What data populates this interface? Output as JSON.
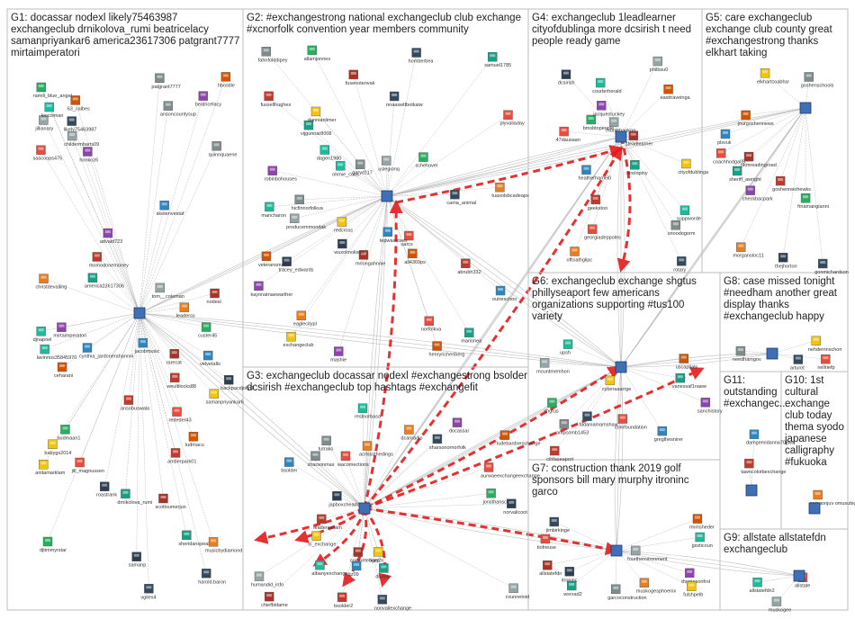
{
  "groups": [
    {
      "id": "G1",
      "lines": [
        "G1: docassar nodexl likely75463987",
        "exchangeclub drnikolova_rumi beatricelacy",
        "samanpriyankar6 america23617306 patgrant7777",
        "mirtaimperatori"
      ]
    },
    {
      "id": "G2",
      "lines": [
        "G2: #exchangestrong national exchangeclub club exchange",
        "#xcnorfolk convention year members community"
      ]
    },
    {
      "id": "G3",
      "lines": [
        "G3: exchangeclub docassar nodexl #exchangestrong bsolder",
        "dcsirish #exchangeclub top hashtags #exchangefit"
      ]
    },
    {
      "id": "G4",
      "lines": [
        "G4: exchangeclub 1leadlearner",
        "cityofdublinga more dcsirish t need",
        "people ready game"
      ]
    },
    {
      "id": "G5",
      "lines": [
        "G5: care exchangeclub",
        "exchange club county great",
        "#exchangestrong thanks",
        "elkhart taking"
      ]
    },
    {
      "id": "G6",
      "lines": [
        "G6: exchangeclub exchange shgtus",
        "phillyseaport few americans",
        "organizations supporting #tus100",
        "variety"
      ]
    },
    {
      "id": "G7",
      "lines": [
        "G7: construction thank 2019 golf",
        "sponsors bill mary murphy itroninc",
        "garco"
      ]
    },
    {
      "id": "G8",
      "lines": [
        "G8: case missed tonight",
        "#needham another great",
        "display thanks",
        "#exchangeclub happy"
      ]
    },
    {
      "id": "G9",
      "lines": [
        "G9: allstate allstatefdn",
        "exchangeclub"
      ]
    },
    {
      "id": "G10",
      "lines": [
        "G10: 1st",
        "cultural",
        "exchange",
        "club today",
        "thema syodo",
        "japanese",
        "calligraphy",
        "#fukuoka"
      ]
    },
    {
      "id": "G11",
      "lines": [
        "G11:",
        "outstanding",
        "#exchangec..."
      ]
    }
  ],
  "nodes": {
    "G1": [
      "weultilocks88",
      "velvetallo",
      "djtimmyrstar",
      "63_calbes",
      "advaid723",
      "sheridanspeak",
      "anitamarklam",
      "ansoncountysup",
      "vgiles4",
      "saacoops475",
      "djnapoel",
      "jillianary",
      "musicbydiamond",
      "roastrank",
      "nodesl",
      "ansobuswala",
      "jacobmusic",
      "budmaan1",
      "hbostile",
      "beatricelacy",
      "america23617306",
      "samanpriyankar6",
      "patgrant7777",
      "likely75463987",
      "rededer43",
      "lavinnos35845970",
      "childermbarts09",
      "leaderss",
      "samanp",
      "scottsumerjun",
      "momodonemoney",
      "cynthia_jardonerahannni",
      "custer45",
      "ludmacu",
      "mirtaimperatori",
      "drnikolova_rumi",
      "babygs2014",
      "quinnquaene",
      "harold.baron",
      "jill_magnussen",
      "loccolman",
      "tom__coleman",
      "christdevaliing",
      "backpacdjohn1",
      "rarecat",
      "amberpark01",
      "skotenvestaf",
      "ramili_blue_angel",
      "ceharani",
      "honkoz6"
    ],
    "G2": [
      "all4369ps",
      "robinbohouses",
      "samuel1785",
      "redcross",
      "garyd117",
      "cama_animal",
      "uarcs",
      "ohmie_cobs",
      "uslegionq",
      "eaglecitypl",
      "tracey_edwards",
      "mrlongahnnie",
      "abrubh332",
      "outreschoo",
      "schehover",
      "veteransmatter",
      "mashie",
      "vijgunnar8008",
      "exchangeclub",
      "fahnfolddipey",
      "homberbea",
      "norfolkva",
      "mancharon",
      "producemmondak",
      "tuaxolsbcadeaps",
      "wuxolmolisco",
      "fusenotenvak",
      "fussellhughes",
      "tepwaselsen",
      "allamjonnes",
      "henryrichenberg",
      "kayonatnaewarther",
      "marionea",
      "dannianlimer",
      "hicfinnorfolkva",
      "nnaaswttbotkaiw",
      "plyvaliaday",
      "dagen1980"
    ],
    "G3": [
      "kaq2n",
      "sharsonmas",
      "sharsonornorfolk",
      "aurwaeexchangeexchange",
      "albanyexchange",
      "humandid_info",
      "acmissthedings",
      "japboxcheadchange",
      "comnetebges",
      "leaderssdam",
      "bsolder",
      "jonsthanscherf",
      "ludebanbrenchange",
      "docassar",
      "dudek",
      "ci_exchange",
      "tutrako",
      "nonvaliexchange",
      "wacomections",
      "restnorbasa",
      "cvunnetoid",
      "dcanradio",
      "norvalicoot",
      "chiefbidame",
      "bsolder2",
      "itz09"
    ],
    "G4": [
      "georgiadeppoles",
      "courterherald",
      "moniebankga",
      "offcialhglipc",
      "dcsirish",
      "1leadlearner",
      "geekstoo",
      "heatherhamei0",
      "bmsbtopeople",
      "easttraveinga",
      "jacquestuckey",
      "sirelopiny",
      "cityofdublinga",
      "srioodogorm",
      "rotary",
      "47dausaan",
      "suppworde",
      "philbsu0"
    ],
    "G5": [
      "morganstoc11",
      "thejhorton",
      "rikmreadingroad",
      "goshenneohewks",
      "plsvuk",
      "frnamangianni",
      "jourgoshennews",
      "checkbacpark",
      "sheriff_awright",
      "elkhartcoabhsr",
      "goshenschools",
      "gonmichardson",
      "coachhodga05"
    ],
    "G6": [
      "cihfaseaport",
      "greglhesnirer",
      "shgtus",
      "uscaptials",
      "sanchistory",
      "vanessaf1nawe",
      "cyberaaarrge",
      "ampcomb1453",
      "fadaniamamshaw",
      "comfoundation",
      "upsh",
      "mountmemhon"
    ],
    "G7": [
      "rmmsheder",
      "thompsonfrol",
      "wsrxad2",
      "fulshpelb",
      "garcoconstruction",
      "jimbirkinge",
      "tiofreuse",
      "gssticoun",
      "fourthenvironment",
      "muskogesphoenix",
      "itroninc",
      "allstatefdn"
    ],
    "G8": [
      "nehdemnschon",
      "needhamgov",
      "arturot",
      "nellriefp"
    ],
    "G9": [
      "allstate",
      "allstatefdn2",
      "muskogee"
    ],
    "G10": [
      "samaonjuv omusubigumi"
    ],
    "G11": [
      "tawncolotbexchange",
      "damgemidanna70jjwe"
    ]
  }
}
